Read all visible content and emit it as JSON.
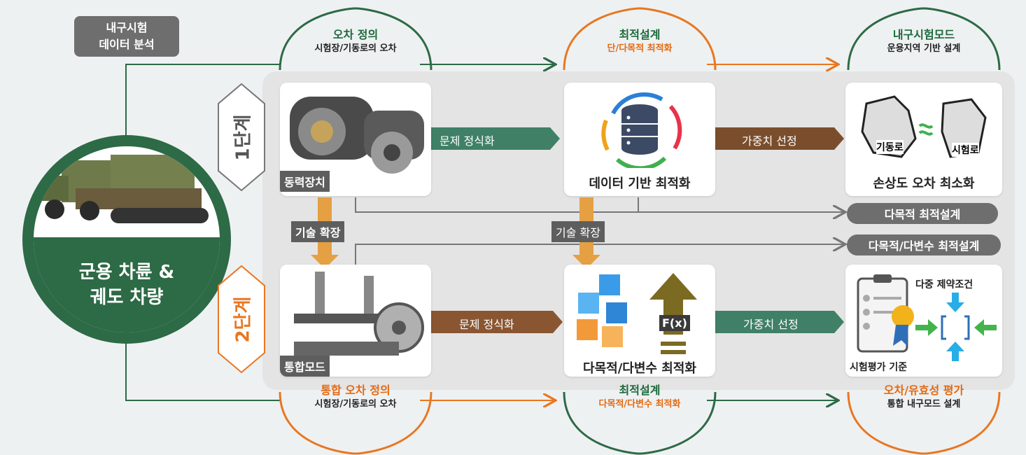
{
  "left": {
    "data_box": {
      "line1": "내구시험",
      "line2": "데이터 분석"
    },
    "vehicle": {
      "line1": "군용 차륜 &",
      "line2": "궤도 차량"
    }
  },
  "stages": {
    "stage1": "1단계",
    "stage2": "2단계"
  },
  "top_arches": [
    {
      "title": "오차 정의",
      "sub": "시험장/기동로의 오차"
    },
    {
      "title": "최적설계",
      "sub": "단/다목적 최적화"
    },
    {
      "title": "내구시험모드",
      "sub": "운용지역 기반 설계"
    }
  ],
  "bottom_arches": [
    {
      "title": "통합 오차 정의",
      "sub": "시험장/기동로의 오차"
    },
    {
      "title": "최적설계",
      "sub": "다목적/다변수 최적화"
    },
    {
      "title": "오차/유효성 평가",
      "sub": "통합 내구모드 설계"
    }
  ],
  "row1": {
    "card1_tag": "동력장치",
    "arrow1": "문제 정식화",
    "card2_caption": "데이터 기반 최적화",
    "arrow2": "가중치 선정",
    "card3": {
      "road": "기동로",
      "track": "시험로",
      "caption": "손상도 오차 최소화"
    }
  },
  "row2": {
    "card1_tag": "통합모드",
    "arrow1": "문제 정식화",
    "card2_caption": "다목적/다변수 최적화",
    "fx": "F(x)",
    "arrow2": "가중치 선정",
    "card3": {
      "top": "다중 제약조건",
      "bottom": "시험평가 기준"
    }
  },
  "expand": {
    "left": "기술 확장",
    "mid": "기술 확장"
  },
  "pills": {
    "p1": "다목적 최적설계",
    "p2": "다목적/다변수 최적설계"
  },
  "colors": {
    "green": "#2d6a46",
    "orange": "#e87722",
    "brown": "#7a4e2c",
    "grey": "#6e6e6e"
  }
}
